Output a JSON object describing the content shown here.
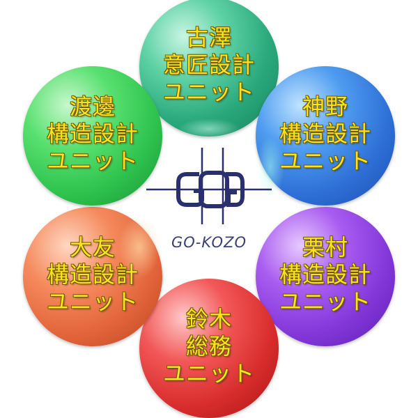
{
  "units": [
    {
      "id": "furusawa",
      "lines": [
        "古澤",
        "意匠設計",
        "ユニット"
      ],
      "color": "#2aa97c"
    },
    {
      "id": "kamino",
      "lines": [
        "神野",
        "構造設計",
        "ユニット"
      ],
      "color": "#2e6fd6"
    },
    {
      "id": "kurimura",
      "lines": [
        "栗村",
        "構造設計",
        "ユニット"
      ],
      "color": "#8236d8"
    },
    {
      "id": "suzuki",
      "lines": [
        "鈴木",
        "総務",
        "ユニット"
      ],
      "color": "#d82c2c"
    },
    {
      "id": "otomo",
      "lines": [
        "大友",
        "構造設計",
        "ユニット"
      ],
      "color": "#e2643a"
    },
    {
      "id": "watanabe",
      "lines": [
        "渡邊",
        "構造設計",
        "ユニット"
      ],
      "color": "#2ec24d"
    }
  ],
  "logo": {
    "caption": "GO-KOZO",
    "color": "#2a2f6e"
  },
  "label_color": "#ffe21a"
}
